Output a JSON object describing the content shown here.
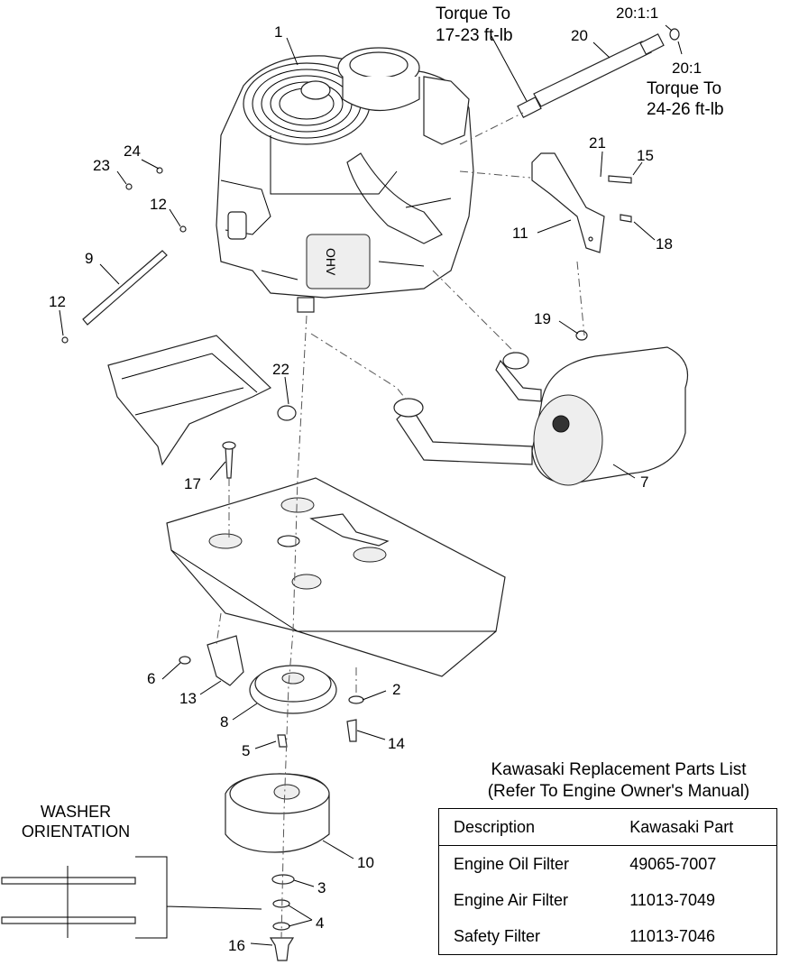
{
  "callouts": {
    "c1": "1",
    "c2": "2",
    "c3": "3",
    "c4a": "4",
    "c4b": "4",
    "c5": "5",
    "c6": "6",
    "c7": "7",
    "c8": "8",
    "c9": "9",
    "c10": "10",
    "c11": "11",
    "c12a": "12",
    "c12b": "12",
    "c13": "13",
    "c14": "14",
    "c15": "15",
    "c16": "16",
    "c17": "17",
    "c18": "18",
    "c19": "19",
    "c20": "20",
    "c20_1": "20:1",
    "c20_1_1": "20:1:1",
    "c21": "21",
    "c22": "22",
    "c23": "23",
    "c24": "24"
  },
  "torque_notes": {
    "left_line1": "Torque To",
    "left_line2": "17-23 ft-lb",
    "right_line1": "Torque To",
    "right_line2": "24-26 ft-lb"
  },
  "washer_orientation": {
    "line1": "WASHER",
    "line2": "ORIENTATION"
  },
  "parts_list": {
    "title_line1": "Kawasaki Replacement Parts List",
    "title_line2": "(Refer To Engine Owner's Manual)",
    "headers": {
      "description": "Description",
      "part": "Kawasaki Part"
    },
    "rows": [
      {
        "description": "Engine Oil Filter",
        "part": "49065-7007"
      },
      {
        "description": "Engine Air Filter",
        "part": "11013-7049"
      },
      {
        "description": "Safety Filter",
        "part": "11013-7046"
      }
    ]
  }
}
